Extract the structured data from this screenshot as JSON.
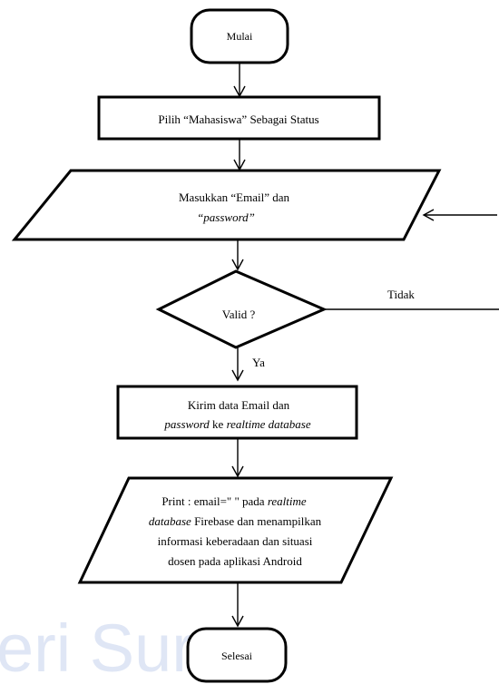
{
  "colors": {
    "stroke": "#000000",
    "watermark": "#dfe6f5",
    "background": "#ffffff"
  },
  "watermark": {
    "text": "eri Sura  a"
  },
  "flowchart": {
    "start": "Mulai",
    "step1": {
      "pre": "Pilih “Mahasiswa” Sebagai Status"
    },
    "input": {
      "line1": "Masukkan “Email” dan",
      "line2": "“password”"
    },
    "decision": {
      "label": "Valid ?",
      "no_label": "Tidak",
      "yes_label": "Ya"
    },
    "process": {
      "line1": "Kirim data Email dan",
      "line2_a": "password",
      "line2_b": " ke ",
      "line2_c": "realtime database"
    },
    "output": {
      "line1_a": "Print : email=\" \" pada ",
      "line1_b": "realtime",
      "line2_a": "database",
      "line2_b": " Firebase dan menampilkan",
      "line3": "informasi keberadaan dan situasi",
      "line4": "dosen pada aplikasi Android"
    },
    "end": "Selesai"
  }
}
